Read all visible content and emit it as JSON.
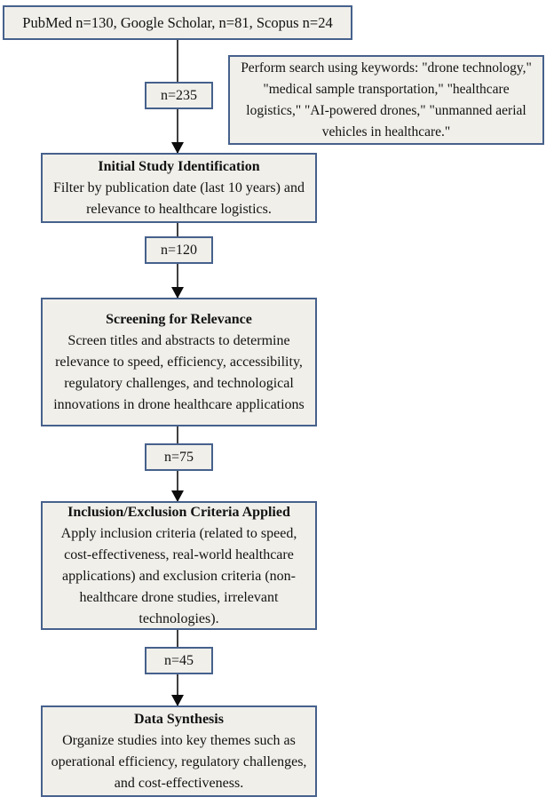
{
  "diagram": {
    "source_box": {
      "text": "PubMed n=130, Google Scholar, n=81, Scopus n=24"
    },
    "keywords_note": {
      "text": "Perform search using keywords: \"drone technology,\" \"medical sample transportation,\" \"healthcare logistics,\" \"AI-powered drones,\" \"unmanned aerial vehicles in healthcare.\""
    },
    "count_badges": [
      "n=235",
      "n=120",
      "n=75",
      "n=45"
    ],
    "stages": [
      {
        "title": "Initial Study Identification",
        "body": "Filter by publication date (last 10 years) and relevance to healthcare logistics."
      },
      {
        "title": "Screening for Relevance",
        "body": "Screen titles and abstracts to determine relevance to speed, efficiency, accessibility, regulatory challenges, and technological innovations in drone healthcare applications"
      },
      {
        "title": "Inclusion/Exclusion Criteria Applied",
        "body": "Apply inclusion criteria (related to speed, cost-effectiveness, real-world healthcare applications) and exclusion criteria (non-healthcare drone studies, irrelevant technologies)."
      },
      {
        "title": "Data Synthesis",
        "body": "Organize studies into key themes such as operational efficiency, regulatory challenges, and cost-effectiveness."
      }
    ],
    "colors": {
      "box_border": "#46618c",
      "box_fill": "#f0efea",
      "arrow_line": "#3f3f3f",
      "arrowhead": "#0c0c0c"
    }
  }
}
